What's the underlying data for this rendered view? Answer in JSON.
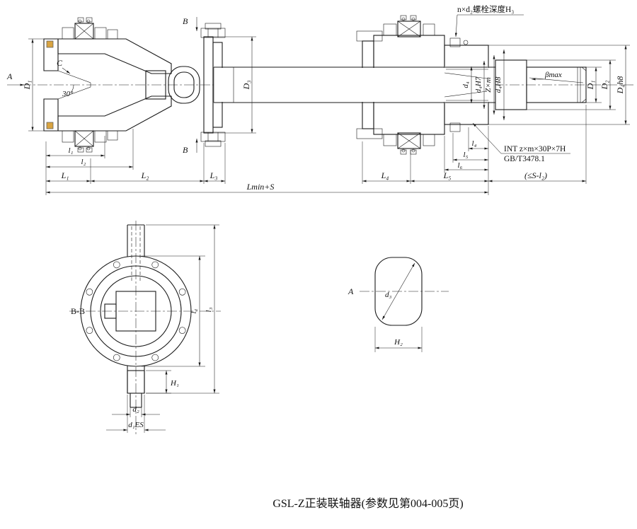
{
  "caption": "GSL-Z正装联轴器(参数见第004-005页)",
  "notes": {
    "bolt": "n×d₂螺栓深度H₃",
    "spline1": "INT z×m×30P×7H",
    "spline2": "GB/T3478.1"
  },
  "labels": {
    "view_a": "A",
    "view_b": "B",
    "section_bb": "B-B",
    "c": "C",
    "angle30": "30°",
    "beta": "βmax",
    "D1": "D₁",
    "D2": "D₂",
    "D3": "D₃",
    "D4h8": "D₄h8",
    "d1ES": "d₁ES",
    "d2": "d₂",
    "d3": "d₃",
    "d4": "d₄",
    "d4H7": "d₄H7",
    "d4H8": "d₄H8",
    "zxm": "Z×m",
    "l1": "l₁",
    "l2": "l₂",
    "l3": "l₃",
    "l4": "l₄",
    "l5": "l₅",
    "l6": "l₆",
    "L1": "L₁",
    "L2": "L₂",
    "L3": "L₃",
    "L4": "L₄",
    "L5": "L₅",
    "Lmin": "Lmin+S",
    "S_minus_l2": "(≤S-l₂)",
    "H1": "H₁",
    "H2": "H₂"
  },
  "colors": {
    "line": "#1a1a1a",
    "seal": "#d9a441",
    "background": "#ffffff"
  }
}
